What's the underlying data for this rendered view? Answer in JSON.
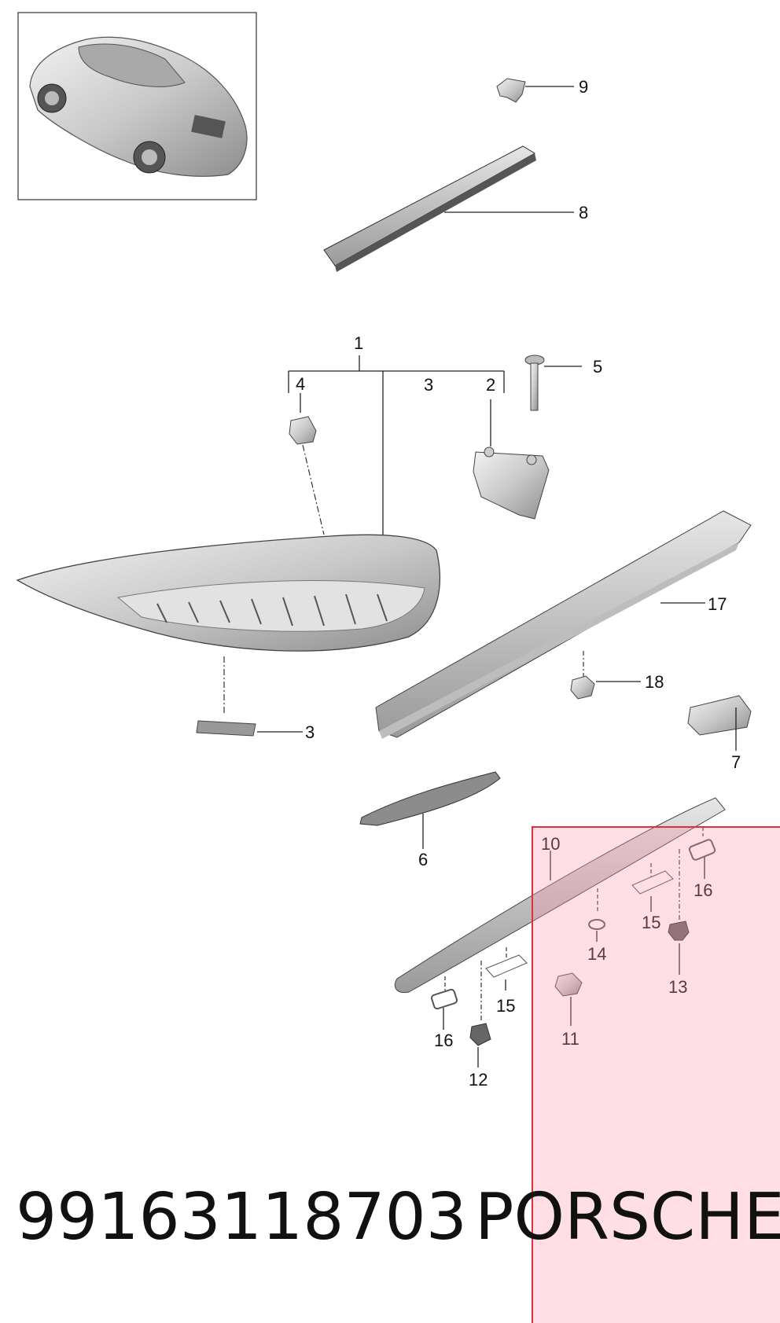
{
  "callouts": {
    "c1": "1",
    "c2": "2",
    "c3": "3",
    "c3b": "3",
    "c4": "4",
    "c5": "5",
    "c6": "6",
    "c7": "7",
    "c8": "8",
    "c9": "9",
    "c10": "10",
    "c11": "11",
    "c12": "12",
    "c13": "13",
    "c14": "14",
    "c15": "15",
    "c15b": "15",
    "c16": "16",
    "c16b": "16",
    "c17": "17",
    "c18": "18"
  },
  "footer": {
    "part_number": "99163118703",
    "brand": "PORSCHE"
  },
  "colors": {
    "highlight_fill": "#ffc8d2",
    "highlight_border": "#e0303f",
    "line": "#222222",
    "part_fill": "#d9d9d9"
  }
}
